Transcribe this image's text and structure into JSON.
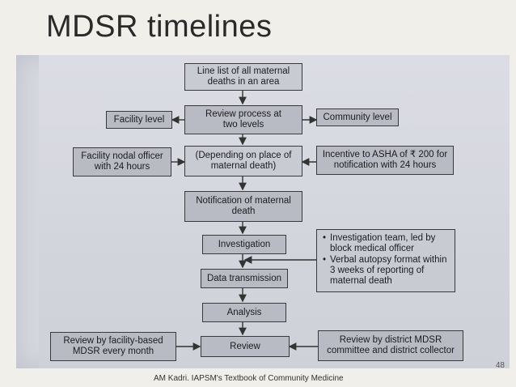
{
  "slide": {
    "title": "MDSR timelines",
    "page_number": "48",
    "footer": "AM Kadri. IAPSM's Textbook of Community  Medicine"
  },
  "diagram": {
    "line_list": "Line list of all maternal deaths in an area",
    "review_process": "Review process at two levels",
    "facility_level": "Facility level",
    "community_level": "Community level",
    "facility_nodal": "Facility nodal officer with 24 hours",
    "depending": "(Depending on place of maternal death)",
    "incentive": "Incentive to ASHA of ₹ 200 for notification with 24 hours",
    "notification": "Notification of maternal death",
    "investigation": "Investigation",
    "investigation_notes": [
      "Investigation team, led by block medical officer",
      "Verbal autopsy format within 3 weeks of reporting of maternal death"
    ],
    "data_transmission": "Data transmission",
    "analysis": "Analysis",
    "review": "Review",
    "review_facility": "Review by facility-based MDSR every month",
    "review_district": "Review by district MDSR committee and district collector"
  }
}
